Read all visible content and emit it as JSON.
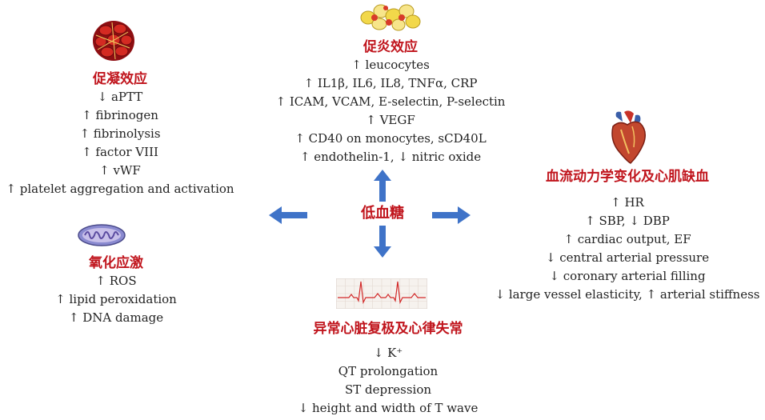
{
  "center": {
    "label": "低血糖"
  },
  "coagulation": {
    "title": "促凝效应",
    "items": [
      "↓ aPTT",
      "↑ fibrinogen",
      "↑ fibrinolysis",
      "↑ factor VIII",
      "↑ vWF",
      "↑ platelet aggregation and activation"
    ]
  },
  "inflammation": {
    "title": "促炎效应",
    "items": [
      "↑ leucocytes",
      "↑ IL1β, IL6, IL8, TNFα, CRP",
      "↑ ICAM, VCAM, E-selectin, P-selectin",
      "↑ VEGF",
      "↑ CD40 on monocytes, sCD40L",
      "↑ endothelin-1, ↓ nitric oxide"
    ]
  },
  "hemodynamics": {
    "title": "血流动力学变化及心肌缺血",
    "items": [
      "↑ HR",
      "↑ SBP, ↓ DBP",
      "↑ cardiac output, EF",
      "↓ central arterial pressure",
      "↓ coronary arterial filling",
      "↓ large vessel elasticity, ↑ arterial stiffness"
    ]
  },
  "oxidative": {
    "title": "氧化应激",
    "items": [
      "↑ ROS",
      "↑ lipid peroxidation",
      "↑ DNA damage"
    ]
  },
  "arrhythmia": {
    "title": "异常心脏复极及心律失常",
    "items": [
      "↓ K⁺",
      "QT prolongation",
      "ST depression",
      "↓ height and width of T wave"
    ]
  },
  "colors": {
    "title_red": "#c0141c",
    "arrow_blue": "#3f73c8",
    "text": "#222222"
  },
  "icons": [
    "blood-clot-icon",
    "inflammatory-cells-icon",
    "heart-icon",
    "mitochondrion-icon",
    "ecg-strip-icon"
  ]
}
